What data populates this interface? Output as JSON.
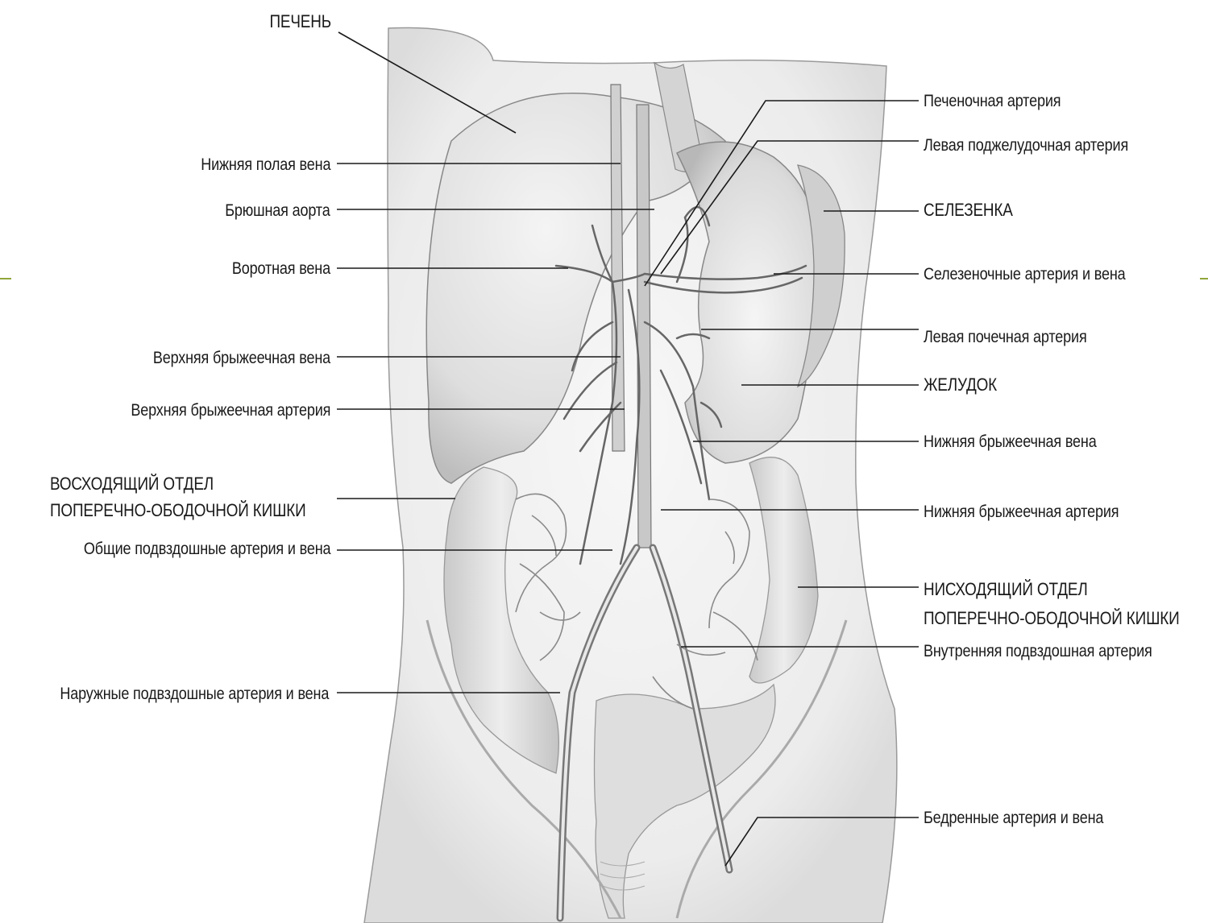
{
  "diagram": {
    "left_labels": {
      "liver": "ПЕЧЕНЬ",
      "inferior_vena_cava": "Нижняя полая вена",
      "abdominal_aorta": "Брюшная аорта",
      "portal_vein": "Воротная вена",
      "superior_mesenteric_vein": "Верхняя брыжеечная вена",
      "superior_mesenteric_artery": "Верхняя брыжеечная артерия",
      "ascending_colon_line1": "ВОСХОДЯЩИЙ ОТДЕЛ",
      "ascending_colon_line2": "ПОПЕРЕЧНО-ОБОДОЧНОЙ КИШКИ",
      "common_iliac": "Общие подвздошные артерия и вена",
      "external_iliac": "Наружные подвздошные артерия и вена"
    },
    "right_labels": {
      "hepatic_artery": "Печеночная артерия",
      "left_pancreatic_artery": "Левая поджелудочная артерия",
      "spleen": "СЕЛЕЗЕНКА",
      "splenic_artery_vein": "Селезеночные артерия и вена",
      "left_renal_artery": "Левая почечная артерия",
      "stomach": "ЖЕЛУДОК",
      "inferior_mesenteric_vein": "Нижняя брыжеечная вена",
      "inferior_mesenteric_artery": "Нижняя брыжеечная артерия",
      "descending_colon_line1": "НИСХОДЯЩИЙ ОТДЕЛ",
      "descending_colon_line2": "ПОПЕРЕЧНО-ОБОДОЧНОЙ КИШКИ",
      "internal_iliac_artery": "Внутренняя подвздошная артерия",
      "femoral": "Бедренные артерия и вена"
    },
    "colors": {
      "line": "#1a1a1a",
      "accent_edge": "#8fa63a",
      "organ_fill": "#e6e6e6",
      "body_fill": "#f2f2f2"
    }
  }
}
